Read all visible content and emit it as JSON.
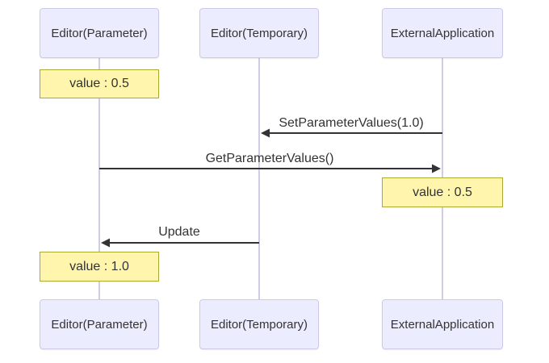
{
  "diagram": {
    "type": "sequence",
    "actors": [
      {
        "id": "editor-parameter",
        "label": "Editor(Parameter)"
      },
      {
        "id": "editor-temporary",
        "label": "Editor(Temporary)"
      },
      {
        "id": "external-application",
        "label": "ExternalApplication"
      }
    ],
    "notes": [
      {
        "text": "value : 0.5",
        "over": "Editor(Parameter)"
      },
      {
        "text": "value : 0.5",
        "over": "ExternalApplication"
      },
      {
        "text": "value : 1.0",
        "over": "Editor(Parameter)"
      }
    ],
    "messages": [
      {
        "label": "SetParameterValues(1.0)",
        "from": "ExternalApplication",
        "to": "Editor(Temporary)",
        "direction": "left"
      },
      {
        "label": "GetParameterValues()",
        "from": "Editor(Parameter)",
        "to": "ExternalApplication",
        "direction": "right"
      },
      {
        "label": "Update",
        "from": "Editor(Temporary)",
        "to": "Editor(Parameter)",
        "direction": "left"
      }
    ],
    "colors": {
      "actor_fill": "#ECECFF",
      "actor_border": "#CFC9E8",
      "note_fill": "#FFF5AD",
      "note_border": "#AAAA33",
      "lifeline": "#D0CCE6",
      "message_line": "#333333",
      "text": "#333333"
    }
  }
}
